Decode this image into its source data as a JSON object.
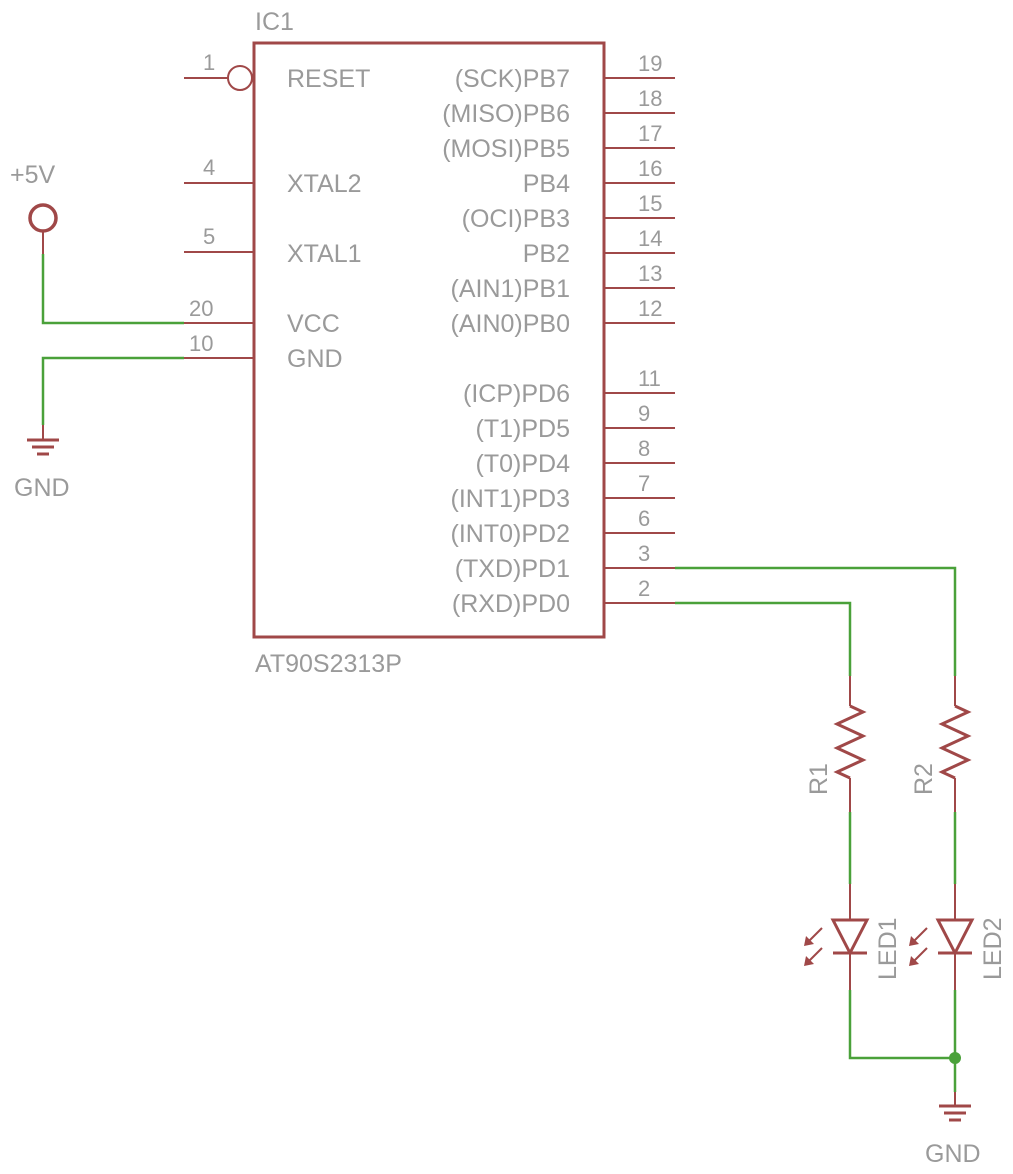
{
  "colors": {
    "part": "#a04848",
    "wire": "#4aa13a",
    "text": "#9a9a9a",
    "background": "#ffffff"
  },
  "ic": {
    "name": "IC1",
    "value": "AT90S2313P",
    "left_pins": [
      {
        "num": "1",
        "label": "RESET",
        "inverted": true
      },
      {
        "num": "4",
        "label": "XTAL2"
      },
      {
        "num": "5",
        "label": "XTAL1"
      },
      {
        "num": "20",
        "label": "VCC"
      },
      {
        "num": "10",
        "label": "GND"
      }
    ],
    "right_pins": [
      {
        "num": "19",
        "label": "(SCK)PB7"
      },
      {
        "num": "18",
        "label": "(MISO)PB6"
      },
      {
        "num": "17",
        "label": "(MOSI)PB5"
      },
      {
        "num": "16",
        "label": "PB4"
      },
      {
        "num": "15",
        "label": "(OCI)PB3"
      },
      {
        "num": "14",
        "label": "PB2"
      },
      {
        "num": "13",
        "label": "(AIN1)PB1"
      },
      {
        "num": "12",
        "label": "(AIN0)PB0"
      },
      {
        "num": "11",
        "label": "(ICP)PD6"
      },
      {
        "num": "9",
        "label": "(T1)PD5"
      },
      {
        "num": "8",
        "label": "(T0)PD4"
      },
      {
        "num": "7",
        "label": "(INT1)PD3"
      },
      {
        "num": "6",
        "label": "(INT0)PD2"
      },
      {
        "num": "3",
        "label": "(TXD)PD1"
      },
      {
        "num": "2",
        "label": "(RXD)PD0"
      }
    ]
  },
  "supply": {
    "label": "+5V"
  },
  "grounds": {
    "left": "GND",
    "right": "GND"
  },
  "resistors": [
    "R1",
    "R2"
  ],
  "leds": [
    "LED1",
    "LED2"
  ]
}
